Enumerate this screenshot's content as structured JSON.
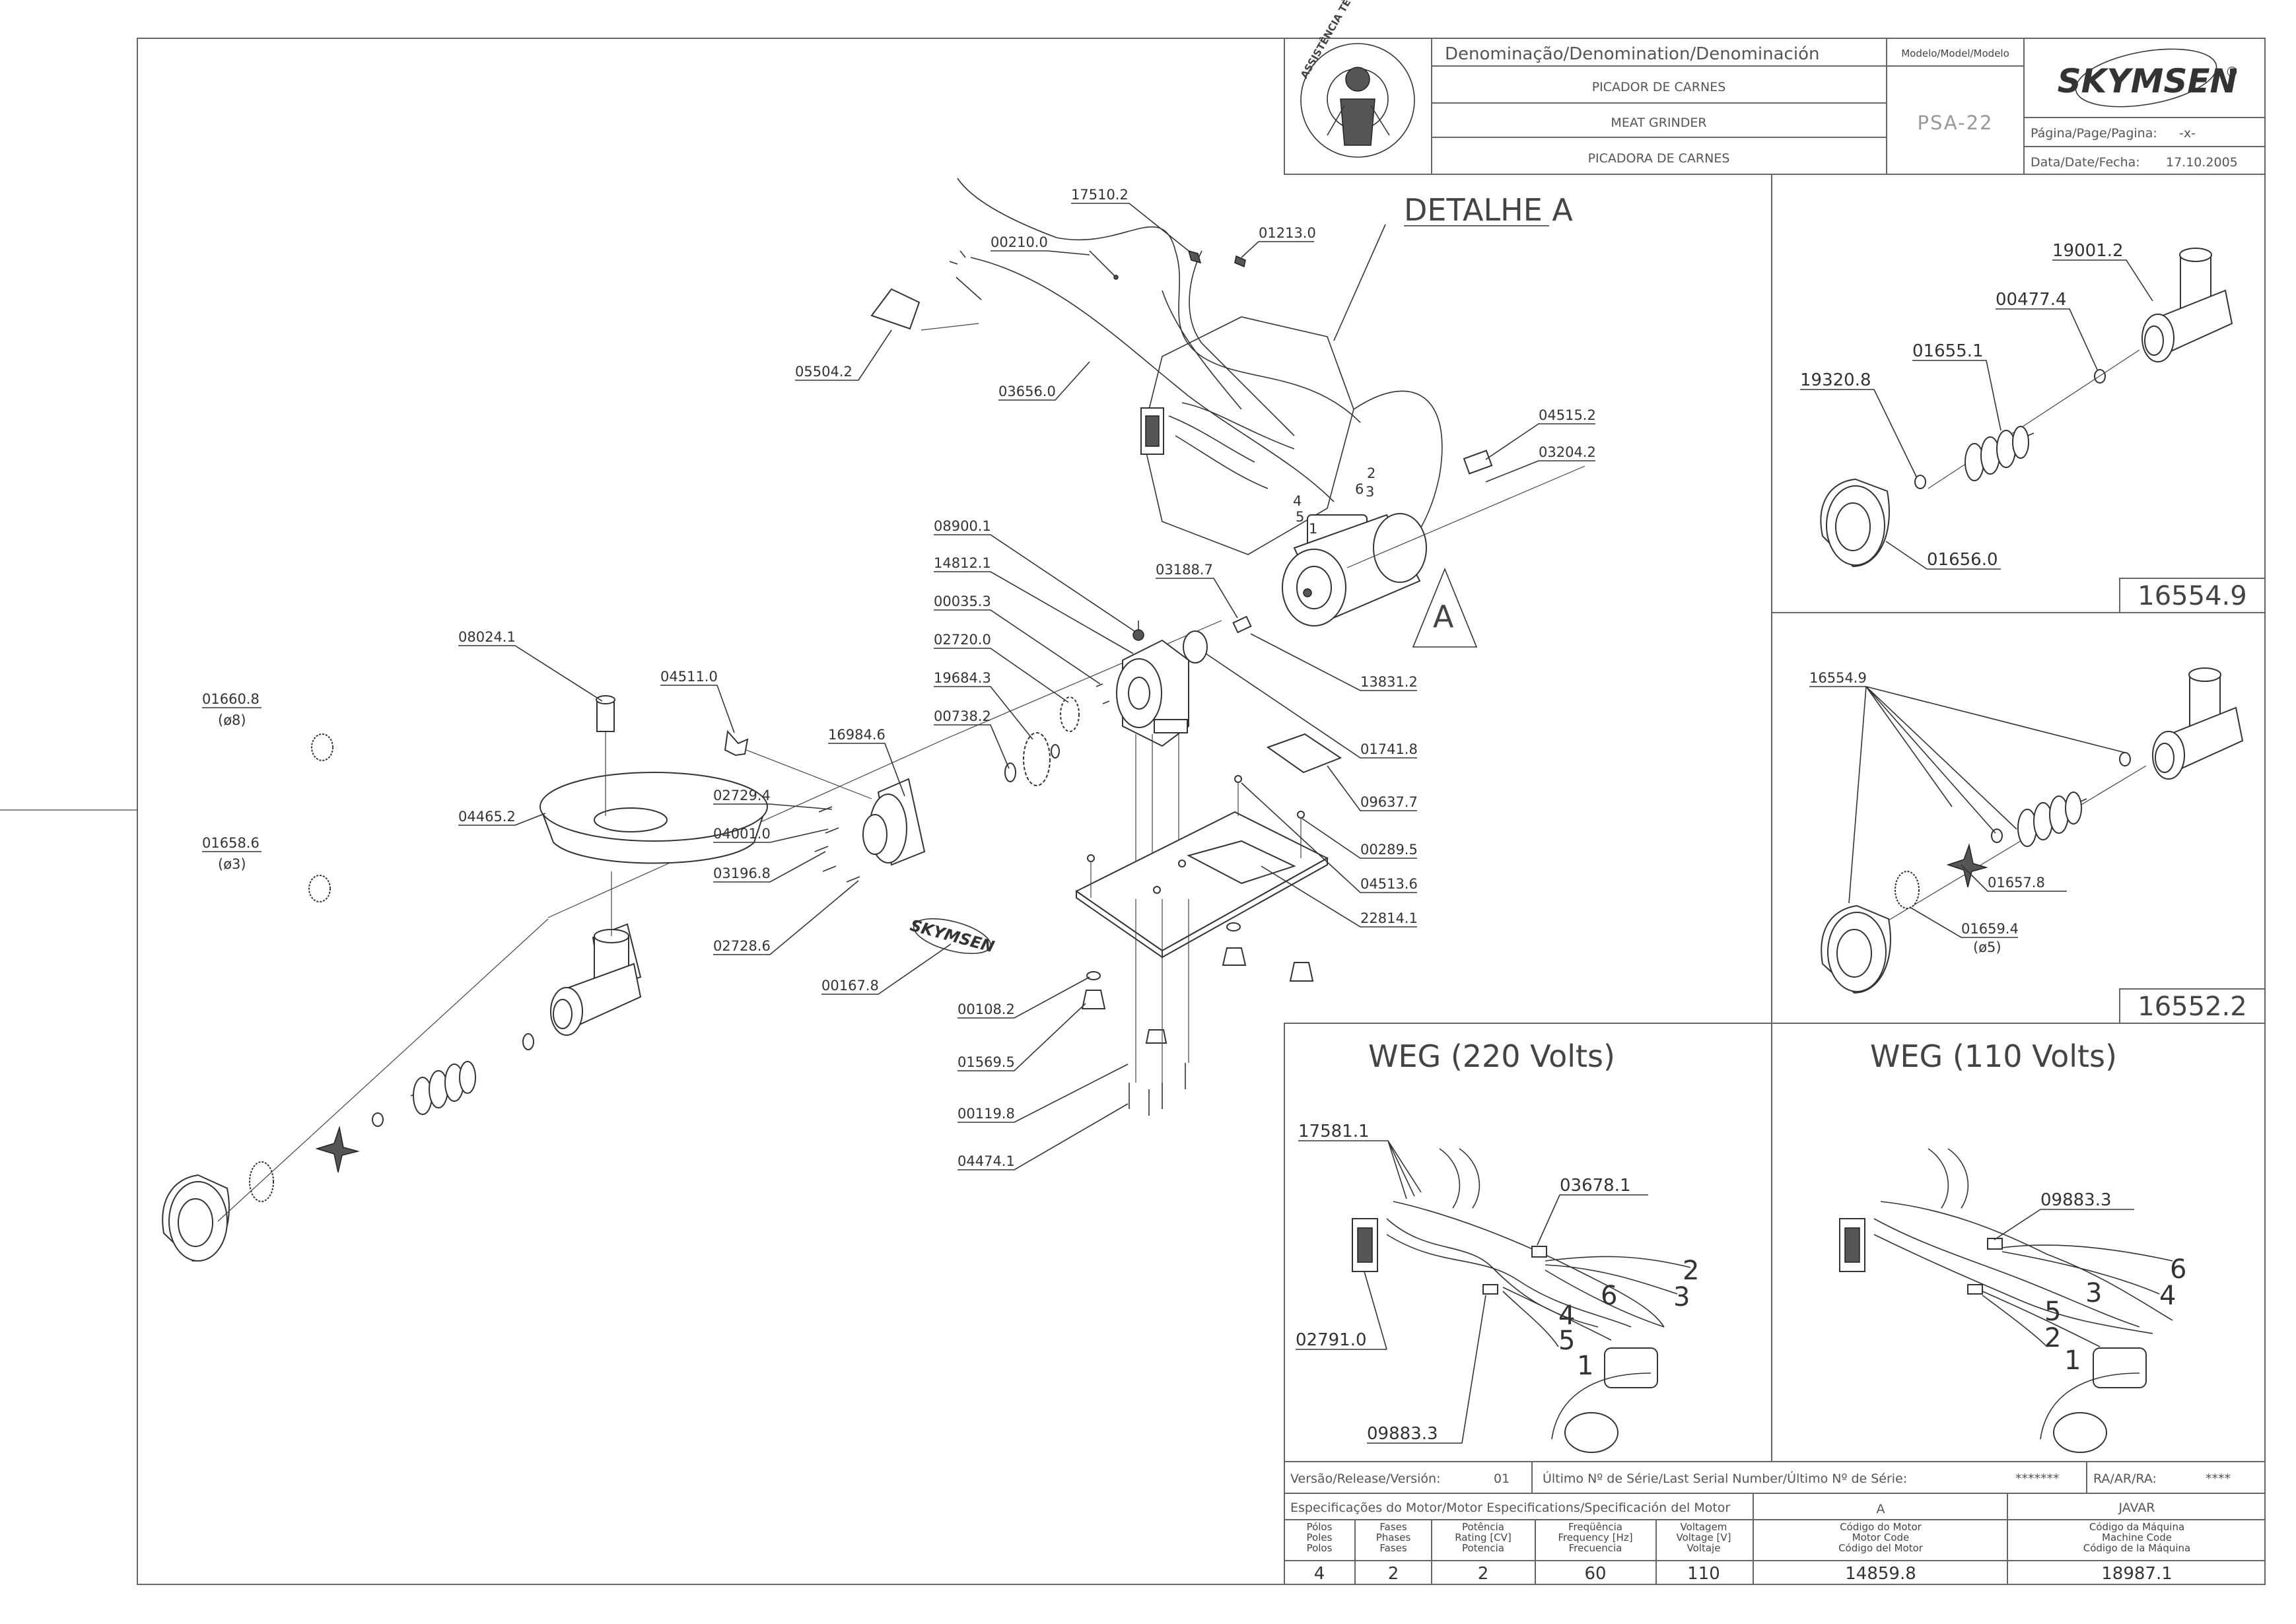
{
  "title_block": {
    "denomination_header": "Denominação/Denomination/Denominación",
    "names": [
      "PICADOR DE CARNES",
      "MEAT  GRINDER",
      "PICADORA DE CARNES"
    ],
    "model_header": "Modelo/Model/Modelo",
    "model": "PSA-22",
    "brand": "SKYMSEN",
    "brand_mark": "®",
    "page_label": "Página/Page/Pagina:",
    "page_value": "-x-",
    "date_label": "Data/Date/Fecha:",
    "date_value": "17.10.2005",
    "seal_top": "ASSISTÊNCIA TÉCNICA AUTORIZADA"
  },
  "detail_label": "DETALHE  A",
  "section_marker": "A",
  "main_parts": [
    "17510.2",
    "01213.0",
    "00210.0",
    "05504.2",
    "03656.0",
    "04515.2",
    "03204.2",
    "08900.1",
    "14812.1",
    "00035.3",
    "02720.0",
    "19684.3",
    "00738.2",
    "03188.7",
    "13831.2",
    "01741.8",
    "09637.7",
    "00289.5",
    "04513.6",
    "22814.1",
    "08024.1",
    "04511.0",
    "16984.6",
    "02729.4",
    "04001.0",
    "03196.8",
    "02728.6",
    "04465.2",
    "00167.8",
    "00108.2",
    "01569.5",
    "00119.8",
    "04474.1",
    "01660.8",
    "01658.6"
  ],
  "main_sub": [
    "(ø8)",
    "(ø3)"
  ],
  "wire_numbers_detail": [
    "2",
    "3",
    "4",
    "6",
    "5",
    "1"
  ],
  "kit_16554": {
    "parts": [
      "19001.2",
      "00477.4",
      "01655.1",
      "19320.8",
      "01656.0"
    ],
    "code": "16554.9"
  },
  "kit_16552": {
    "parts": [
      "16554.9",
      "01657.8",
      "01659.4"
    ],
    "sub": "(ø5)",
    "code": "16552.2"
  },
  "weg_220": {
    "title": "WEG  (220  Volts)",
    "parts": [
      "17581.1",
      "03678.1",
      "02791.0",
      "09883.3"
    ],
    "wires": [
      "2",
      "6",
      "3",
      "4",
      "5",
      "1"
    ]
  },
  "weg_110": {
    "title": "WEG  (110  Volts)",
    "parts": [
      "09883.3"
    ],
    "wires": [
      "6",
      "3",
      "4",
      "5",
      "2",
      "1"
    ]
  },
  "info_rows": {
    "version_label": "Versão/Release/Versión:",
    "version_value": "01",
    "serial_label": "Último Nº de Série/Last Serial Number/Último Nº de Série:",
    "serial_value": "*******",
    "ra_label": "RA/AR/RA:",
    "ra_value": "****",
    "motor_spec_label": "Especificações do Motor/Motor Especifications/Specificación del Motor",
    "motor_letter": "A",
    "machine": "JAVAR",
    "col_headers": [
      [
        "Pólos",
        "Poles",
        "Polos"
      ],
      [
        "Fases",
        "Phases",
        "Fases"
      ],
      [
        "Potência",
        "Rating [CV]",
        "Potencia"
      ],
      [
        "Freqüência",
        "Frequency [Hz]",
        "Frecuencia"
      ],
      [
        "Voltagem",
        "Voltage [V]",
        "Voltaje"
      ],
      [
        "Código do Motor",
        "Motor Code",
        "Código del Motor"
      ],
      [
        "Código da Máquina",
        "Machine Code",
        "Código de la Máquina"
      ]
    ],
    "values": [
      "4",
      "2",
      "2",
      "60",
      "110",
      "14859.8",
      "18987.1"
    ]
  }
}
